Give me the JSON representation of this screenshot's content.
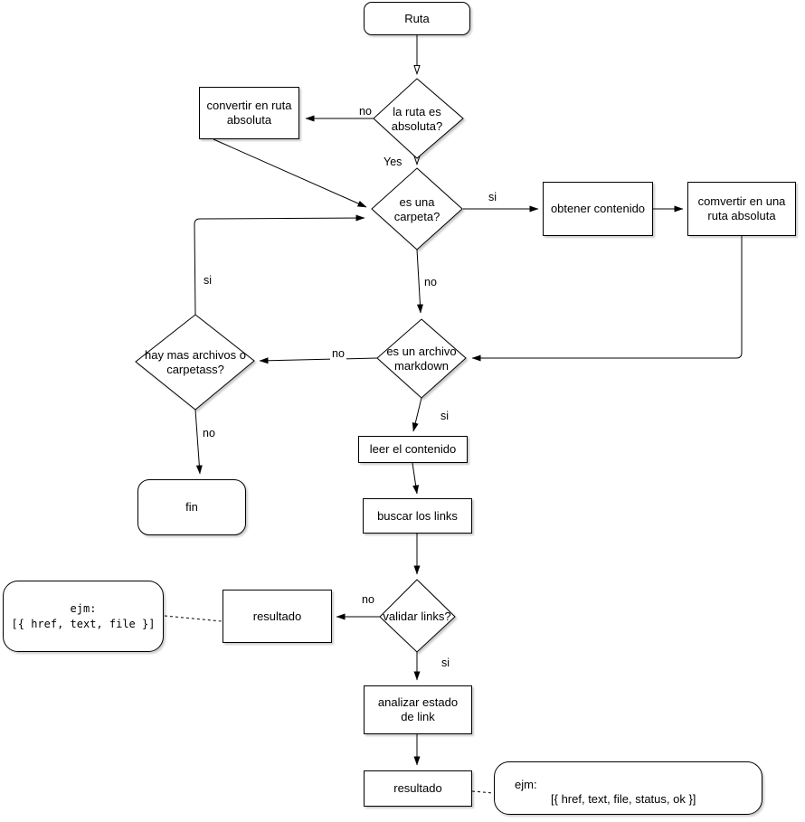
{
  "diagram": {
    "nodes": {
      "ruta": {
        "label": "Ruta"
      },
      "decision_ruta_absoluta": {
        "label": "la ruta es absoluta?"
      },
      "convertir_ruta_absoluta": {
        "label": "convertir en ruta absoluta"
      },
      "decision_es_carpeta": {
        "label": "es una carpeta?"
      },
      "obtener_contenido": {
        "label": "obtener contenido"
      },
      "comvertir_una_ruta_absoluta": {
        "label": "comvertir en una ruta absoluta"
      },
      "decision_archivo_markdown": {
        "label": "es un archivo markdown"
      },
      "decision_mas_archivos": {
        "label": "hay mas archivos o carpetass?"
      },
      "fin": {
        "label": "fin"
      },
      "leer_contenido": {
        "label": "leer el contenido"
      },
      "buscar_links": {
        "label": "buscar los links"
      },
      "decision_validar_links": {
        "label": "validar links?"
      },
      "resultado_1": {
        "label": "resultado"
      },
      "analizar_estado_link": {
        "label": "analizar estado de link"
      },
      "resultado_2": {
        "label": "resultado"
      }
    },
    "notes": {
      "note_links": {
        "line1": "ejm:",
        "line2": "[{ href, text, file }]"
      },
      "note_status": {
        "line1": "ejm:",
        "line2": "[{ href, text, file, status, ok }]"
      }
    },
    "edge_labels": {
      "ruta_no": "no",
      "ruta_yes": "Yes",
      "carpeta_si": "si",
      "carpeta_no": "no",
      "markdown_no": "no",
      "mas_si": "si",
      "mas_no": "no",
      "markdown_si": "si",
      "validar_no": "no",
      "validar_si": "si"
    },
    "colors": {
      "stroke": "#000000",
      "fill": "#ffffff",
      "shadow": "rgba(0,0,0,0.2)"
    }
  }
}
